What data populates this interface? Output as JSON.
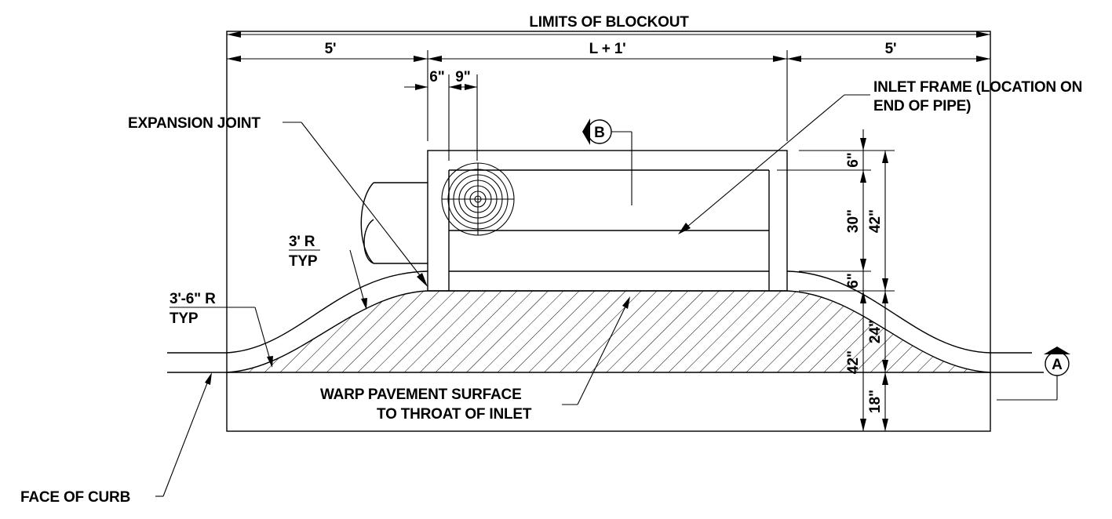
{
  "labels": {
    "limits_of_blockout": "LIMITS OF BLOCKOUT",
    "left_offset": "5'",
    "inlet_length": "L + 1'",
    "right_offset": "5'",
    "dim_6in_top": "6\"",
    "dim_9in_top": "9\"",
    "expansion_joint": "EXPANSION JOINT",
    "inlet_frame_line1": "INLET FRAME (LOCATION ON",
    "inlet_frame_line2": "END OF PIPE)",
    "section_b": "B",
    "section_a": "A",
    "radius_3ft": "3' R",
    "radius_3ft_typ": "TYP",
    "radius_3ft6in": "3'-6\" R",
    "radius_3ft6in_typ": "TYP",
    "dim_6in_right_top": "6\"",
    "dim_30in": "30\"",
    "dim_42in_right": "42\"",
    "dim_6in_right_bottom": "6\"",
    "dim_24in": "24\"",
    "dim_42in_lower": "42\"",
    "dim_18in": "18\"",
    "warp_line1": "WARP PAVEMENT SURFACE",
    "warp_line2": "TO THROAT OF INLET",
    "face_of_curb": "FACE OF CURB"
  }
}
